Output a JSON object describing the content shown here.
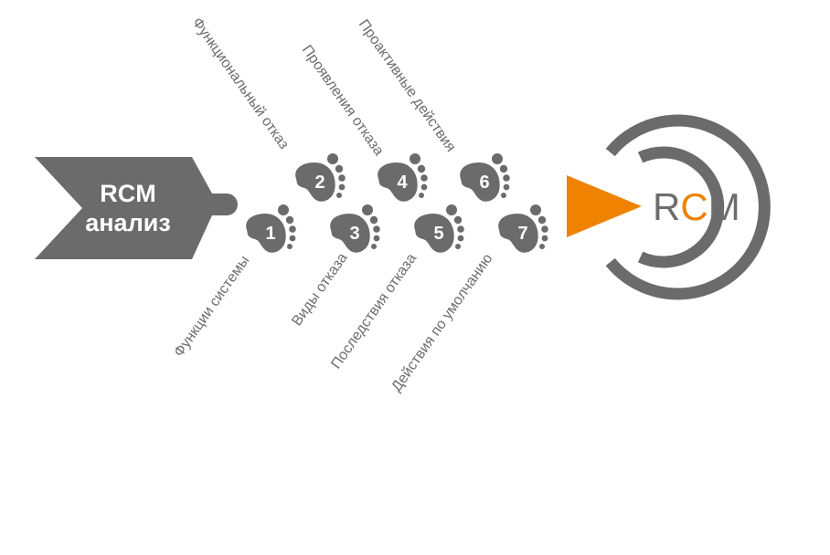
{
  "start": {
    "line1": "RCM",
    "line2": "анализ"
  },
  "steps": [
    {
      "number": "1",
      "label": "Функции системы"
    },
    {
      "number": "2",
      "label": "Функциональный отказ"
    },
    {
      "number": "3",
      "label": "Виды отказа"
    },
    {
      "number": "4",
      "label": "Проявления отказа"
    },
    {
      "number": "5",
      "label": "Последствия отказа"
    },
    {
      "number": "6",
      "label": "Проактивные действия"
    },
    {
      "number": "7",
      "label": "Действия по умолчанию"
    }
  ],
  "target": {
    "letter1": "R",
    "letter2": "C",
    "letter3": "M"
  },
  "colors": {
    "gray": "#6b6b6b",
    "orange": "#ef8200",
    "label": "#6e6e6e"
  },
  "icons": {
    "step": "footprint-icon",
    "arrow": "triangle-arrow-icon",
    "target": "concentric-rings-icon"
  }
}
